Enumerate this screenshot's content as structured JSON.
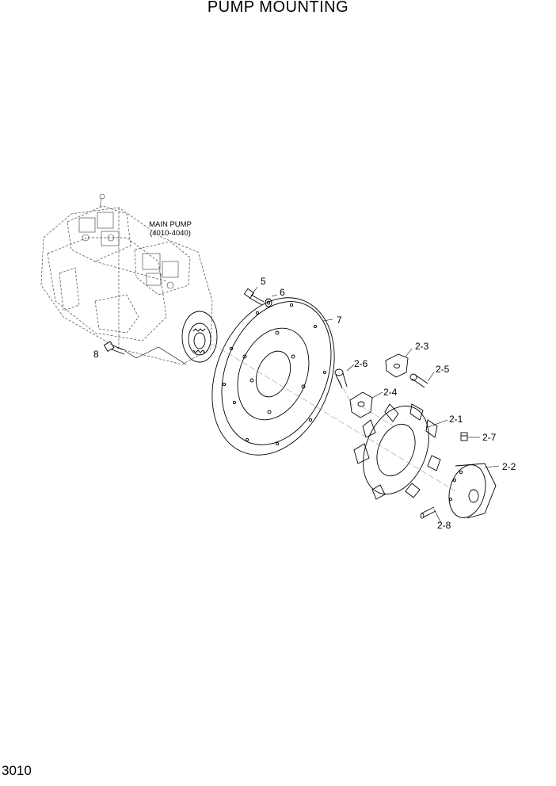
{
  "title": "PUMP MOUNTING",
  "page_number": "3010",
  "main_pump": {
    "label": "MAIN PUMP",
    "range": "(4010-4040)"
  },
  "callouts": {
    "c5": "5",
    "c6": "6",
    "c7": "7",
    "c8": "8",
    "c2_1": "2-1",
    "c2_2": "2-2",
    "c2_3": "2-3",
    "c2_4": "2-4",
    "c2_5": "2-5",
    "c2_6": "2-6",
    "c2_7": "2-7",
    "c2_8": "2-8"
  }
}
